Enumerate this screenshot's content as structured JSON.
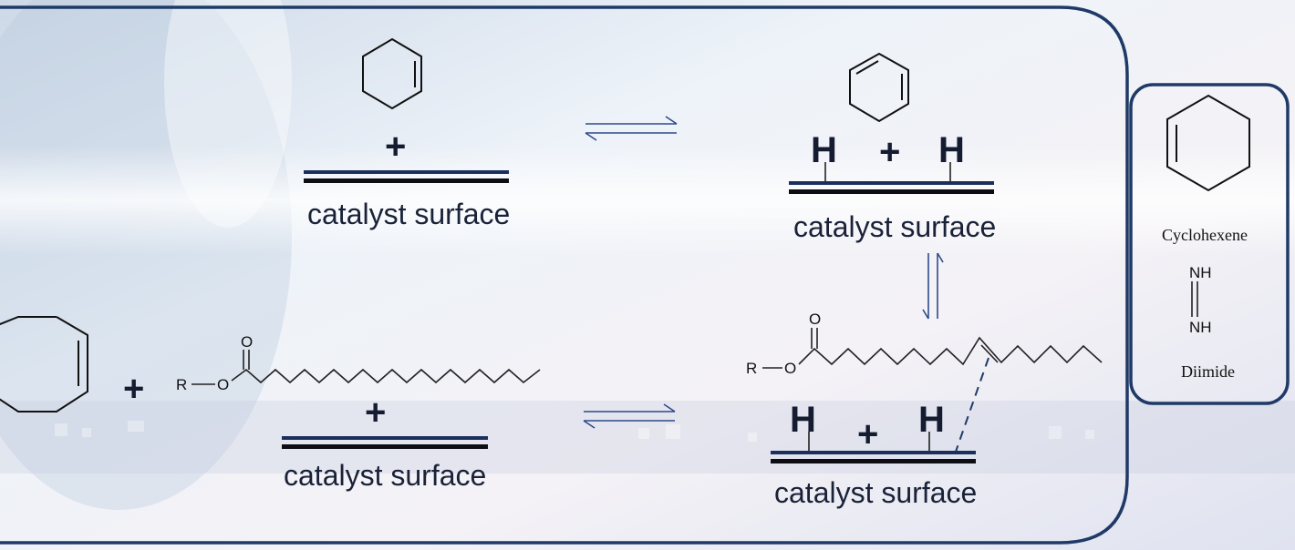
{
  "colors": {
    "frame": "#1f3a66",
    "surface_top": "#1b2f5c",
    "surface_bottom": "#0d0d14",
    "arrow": "#2c4a8a"
  },
  "reactions": {
    "top_left": {
      "plus": "+",
      "surface_label": "catalyst surface"
    },
    "top_right": {
      "h_left": "H",
      "plus": "+",
      "h_right": "H",
      "surface_label": "catalyst surface"
    },
    "bottom_left": {
      "plus_left": "+",
      "ester_r": "R",
      "ester_o": "O",
      "carbonyl_o": "O",
      "plus_below": "+",
      "surface_label": "catalyst surface"
    },
    "bottom_right": {
      "ester_r": "R",
      "ester_o": "O",
      "carbonyl_o": "O",
      "h_left": "H",
      "plus": "+",
      "h_right": "H",
      "surface_label": "catalyst surface"
    }
  },
  "sidebar": {
    "cyclohexene_label": "Cyclohexene",
    "nh_top": "NH",
    "nh_bottom": "NH",
    "diimide_label": "Diimide"
  }
}
